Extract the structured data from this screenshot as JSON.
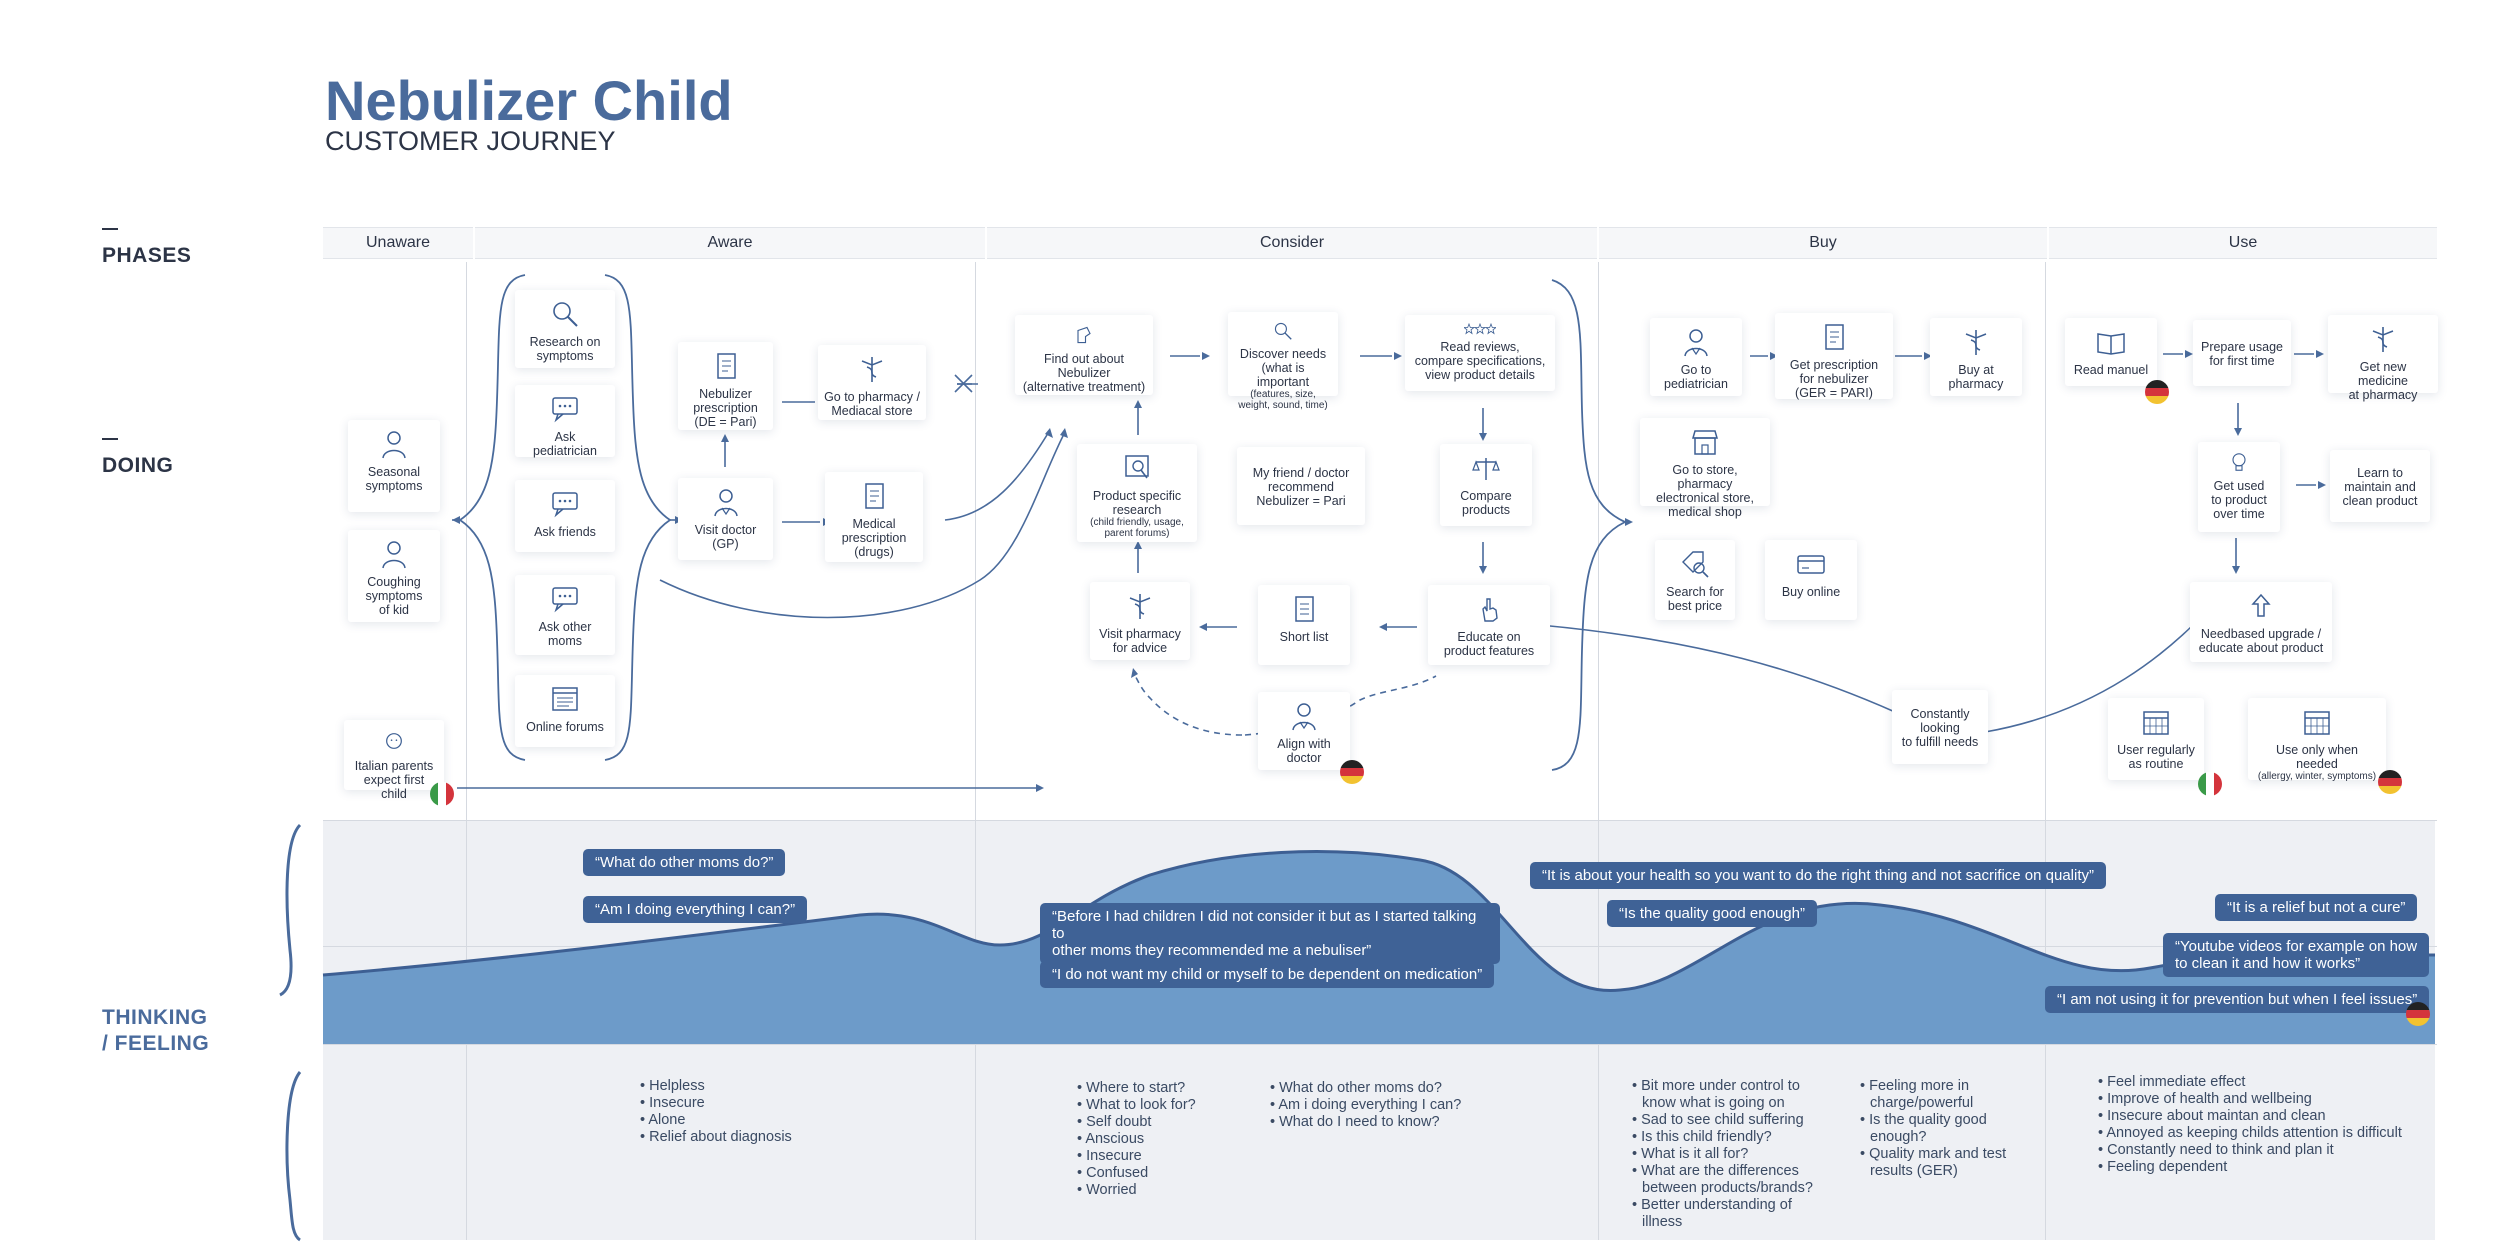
{
  "header": {
    "title": "Nebulizer Child",
    "subtitle": "CUSTOMER JOURNEY"
  },
  "side": {
    "phases": "PHASES",
    "doing": "DOING",
    "thinking": "THINKING\n/ FEELING"
  },
  "phases": [
    "Unaware",
    "Aware",
    "Consider",
    "Buy",
    "Use"
  ],
  "doing": {
    "seasonal": "Seasonal\nsymptoms",
    "coughing": "Coughing\nsymptoms\nof kid",
    "italian": "Italian parents\nexpect first child",
    "research": "Research on\nsymptoms",
    "ask_pediatrician": "Ask pediatrician",
    "ask_friends": "Ask friends",
    "ask_moms": "Ask other\nmoms",
    "online_forums": "Online forums",
    "neb_prescription": "Nebulizer\nprescription\n(DE = Pari)",
    "go_pharmacy": "Go to pharmacy /\nMediacal store",
    "visit_doctor": "Visit doctor\n(GP)",
    "medical_prescription": "Medical\nprescription\n(drugs)",
    "find_out": "Find out about\nNebulizer\n(alternative treatment)",
    "discover_needs": "Discover needs\n(what is important",
    "discover_needs_sub": "(features, size,\nweight, sound, time)",
    "read_reviews": "Read reviews,\ncompare specifications,\nview product details",
    "product_research": "Product specific\nresearch",
    "product_research_sub": "(child friendly, usage,\nparent forums)",
    "friend_recommend": "My friend / doctor\nrecommend\nNebulizer = Pari",
    "compare": "Compare\nproducts",
    "visit_pharmacy_advice": "Visit pharmacy\nfor advice",
    "short_list": "Short list",
    "educate": "Educate on\nproduct features",
    "align_doctor": "Align with\ndoctor",
    "go_pediatrician": "Go to\npediatrician",
    "get_prescription": "Get prescription\nfor nebulizer\n(GER = PARI)",
    "buy_pharmacy": "Buy at\npharmacy",
    "go_store": "Go to store, pharmacy\nelectronical store,\nmedical shop",
    "search_price": "Search for\nbest price",
    "buy_online": "Buy online",
    "constantly": "Constantly\nlooking\nto fulfill needs",
    "read_manual": "Read manuel",
    "prepare_usage": "Prepare usage\nfor first time",
    "get_medicine": "Get new medicine\nat pharmacy",
    "get_used": "Get used\nto product\nover time",
    "learn_maintain": "Learn to\nmaintain and\nclean product",
    "needbased": "Needbased upgrade /\neducate about product",
    "user_routine": "User regularly\nas routine",
    "use_when_needed": "Use only when needed",
    "use_when_needed_sub": "(allergy, winter, symptoms)"
  },
  "quotes": {
    "q1": "“What do other moms do?”",
    "q2": "“Am I doing everything I can?”",
    "q3": "“Before I had children I did not consider it but as I started talking to\nother moms they recommended me a nebuliser”",
    "q4": "“I do not want my child or myself to be dependent on medication”",
    "q5": "“It is about your health so you want to do the right thing and not sacrifice on quality”",
    "q6": "“Is the quality good enough”",
    "q7": "“It is a relief but not a cure”",
    "q8": "“Youtube videos for example on how\nto clean it and how it works”",
    "q9": "“I am not using it for prevention but when I feel issues”"
  },
  "feelings": {
    "aware": [
      "Helpless",
      "Insecure",
      "Alone",
      "Relief about diagnosis"
    ],
    "consider_a": [
      "Where to start?",
      "What to look for?",
      "Self doubt",
      "Anscious",
      "Insecure",
      "Confused",
      "Worried"
    ],
    "consider_b": [
      "What do other moms do?",
      "Am i doing everything I can?",
      "What do I need to know?"
    ],
    "buy_a": [
      "Bit more under control to\nknow what is going on",
      "Sad to see child suffering",
      "Is this child friendly?",
      "What is it all for?",
      "What are the differences\nbetween products/brands?",
      "Better understanding of\nillness"
    ],
    "buy_b": [
      "Feeling more in\ncharge/powerful",
      "Is the quality good\nenough?",
      "Quality mark and test\nresults (GER)"
    ],
    "use": [
      "Feel immediate effect",
      "Improve of health and wellbeing",
      "Insecure about maintan and clean",
      "Annoyed as keeping childs attention is difficult",
      "Constantly need to think and plan it",
      "Feeling dependent"
    ]
  },
  "colors": {
    "accent": "#4a6b9c",
    "curve_fill": "#6d9bc9",
    "curve_line": "#3d5f93",
    "quote_bg": "#3f6296"
  }
}
